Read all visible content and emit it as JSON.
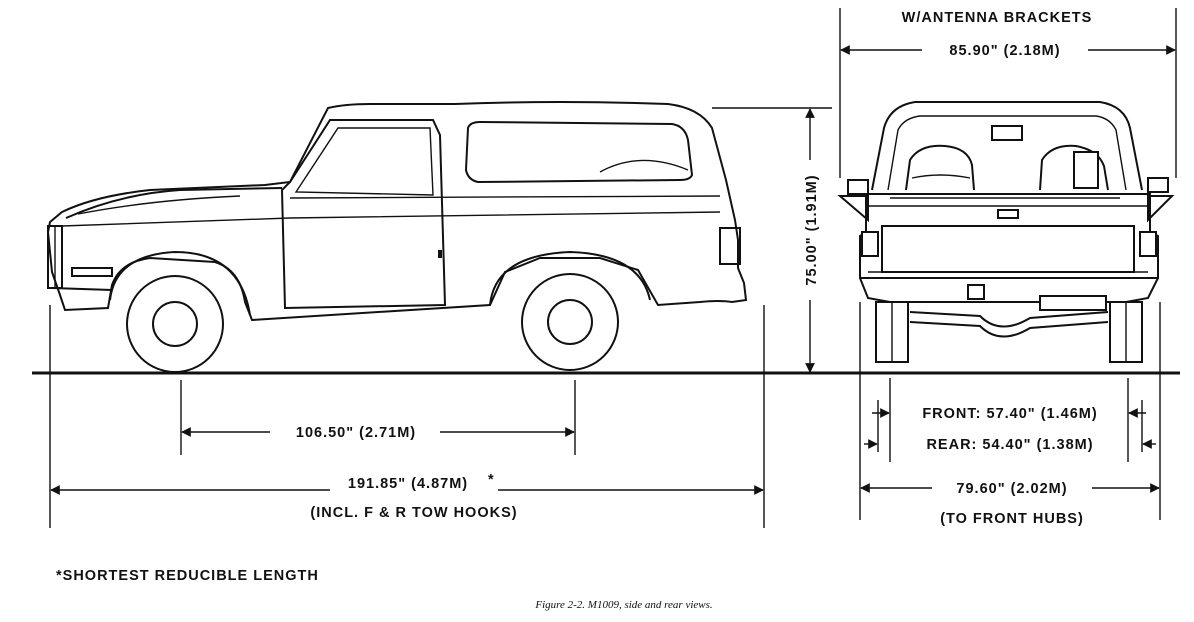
{
  "side_view": {
    "wheelbase": "106.50\" (2.71M)",
    "overall_length": "191.85\" (4.87M)",
    "length_asterisk": "*",
    "length_note": "(INCL. F & R TOW HOOKS)",
    "height": "75.00\" (1.91M)"
  },
  "rear_view": {
    "antenna_title": "W/ANTENNA BRACKETS",
    "antenna_width": "85.90\" (2.18M)",
    "front_track": "FRONT:  57.40\" (1.46M)",
    "rear_track": "REAR:  54.40\" (1.38M)",
    "hub_width": "79.60\" (2.02M)",
    "hub_note": "(TO FRONT HUBS)"
  },
  "footnote": "*SHORTEST REDUCIBLE LENGTH",
  "caption": "Figure 2-2.   M1009, side and rear views."
}
